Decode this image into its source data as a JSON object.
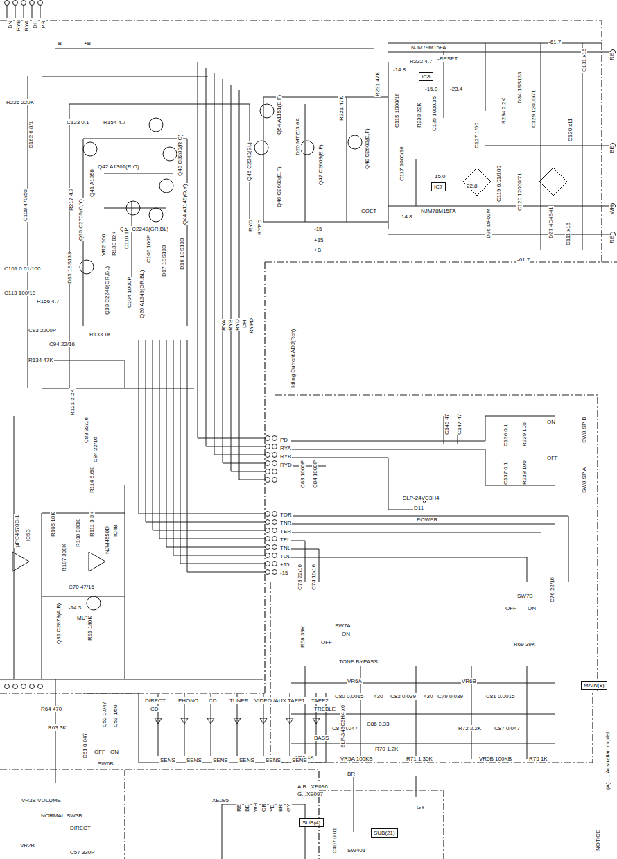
{
  "diagram": {
    "nodes": [
      {
        "text": [
          "IC8"
        ]
      },
      {
        "text": [
          "IC7"
        ]
      },
      {
        "text": [
          "MAIN(8)"
        ]
      },
      {
        "text": [
          "SUB(4)"
        ]
      },
      {
        "text": [
          "SUB(21)"
        ]
      }
    ],
    "labels": [
      "BN",
      "RYB",
      "RYA",
      "DH",
      "PR",
      "-B",
      "+B",
      "R226 220K",
      "C162 6.8/1",
      "C108 470/50",
      "R217 4.7",
      "C101 0.01/100",
      "C113 100/10",
      "R156 4.7",
      "C93 2200P",
      "C94 22/16",
      "R133 1K",
      "R134 47K",
      "R121 2.2K",
      "C83 33/16",
      "C84 22/16",
      "R114 5.6K",
      "μPC4570C-1",
      "IC5B",
      "R105 10K",
      "R107 330K",
      "C70 47/16",
      "R108 330K",
      "R111 3.3K",
      "NJM4558D",
      "IC4B",
      "-14.3",
      "MUTE",
      "Q31 C2878(A,B)",
      "R95 180K",
      "C123 0.1",
      "R154 4.7",
      "Q42 A1301(R,O)",
      "Q43 C3280(R,O)",
      "Q41 A1358",
      "Q44 A1145(O,Y)",
      "Q40 C2240(GR,BL)",
      "Q35 C2705(O,Y)",
      "VR2 500",
      "R180 82K",
      "C110 1P",
      "C106 100P",
      "D17 1SS133",
      "D16 1SS133",
      "Q26 A1349(GR,BL)",
      "C104 1000P",
      "Q33 C2240(GR,BL)",
      "D15 1SS133",
      "Q54 A1151(E,F)",
      "Q45 C2240(BL)",
      "Q46 C2603(E,F)",
      "Q47 C2603(E,F)",
      "Q48 C2603(E,F)",
      "D20 MTZJ3.6A",
      "R221 47K",
      "R231 47K",
      "C115 1000/16",
      "C117 1000/16",
      "R232 4.7",
      "R233 22K",
      "NJM79M15FA",
      "-15.0",
      "-23.4",
      "C125 1000/35",
      "NJM78M15FA",
      "15.0",
      "22.8",
      "14.8",
      "-14.8",
      "-RESET",
      "-61.7",
      "-61.7",
      "C127 1/50",
      "C119 0.01/100",
      "D26 DF02M",
      "C120 12000/71",
      "C129 12000/71",
      "D34 1SS133",
      "R234 2.2K",
      "D27 4D4B41",
      "C131 x16",
      "C130 x11",
      "C111 x16",
      "RE",
      "BE",
      "WH",
      "RE",
      "RYD",
      "RYPD",
      "COET",
      "-15",
      "+15",
      "+B",
      "RYA",
      "RYB",
      "RYD",
      "DH",
      "RYPD",
      "Idling Current ADJ(Rch)",
      "PD",
      "RYA",
      "RYB",
      "RYD",
      "C83 1000P",
      "C84 1000P",
      "TOR",
      "TNR",
      "TER",
      "TEL",
      "TNL",
      "TOL",
      "+15",
      "-15",
      "SLP-24VC3H4",
      "D11",
      "POWER",
      "C146 47",
      "C147 47",
      "C136 0.1",
      "R239 100",
      "C137 0.1",
      "R238 100",
      "ON",
      "OFF",
      "SW8 SP B",
      "SW8 SP A",
      "C73 22/16",
      "C74 10/16",
      "R68 39K",
      "SW7A",
      "ON",
      "OFF",
      "TONE BYPASS",
      "TREBLE",
      "BASS",
      "VR6A",
      "C80 0.0015",
      "430",
      "C82 0.039",
      "C84 0.047",
      "C86 0.33",
      "R66 1K",
      "VR5A 100KB",
      "R70 1.2K",
      "R71 1.35K",
      "430",
      "C79 0.039",
      "VR6B",
      "C81 0.0015",
      "R72 2.2K",
      "C87 0.047",
      "VR5B 100KB",
      "R75 1K",
      "SW7B",
      "OFF",
      "ON",
      "R69 39K",
      "C76 22/16",
      "NOTICE",
      "(A)..... Australian model",
      "R64 470",
      "R63 3K",
      "C52 0.047",
      "C53 1/50",
      "C51 0.047",
      "OFF",
      "ON",
      "SW6B",
      "DIRECT",
      "CD",
      "PHONO",
      "CD",
      "TUNER",
      "VIDEO /AUX",
      "TAPE1",
      "TAPE2",
      "SLP-343C3H4 x6",
      "SENS",
      "SENS",
      "SENS",
      "SENS",
      "SENS",
      "SENS",
      "VR3B VOLUME",
      "NORMAL",
      "SW3B",
      "DIRECT",
      "VR2B",
      "C57 330P",
      "XE095",
      "RE",
      "BE",
      "WH",
      "OR",
      "YE",
      "BR",
      "GY",
      "A,B...XE096",
      "G...XE097",
      "BR",
      "GY",
      "C407 0.01",
      "SW401"
    ]
  }
}
